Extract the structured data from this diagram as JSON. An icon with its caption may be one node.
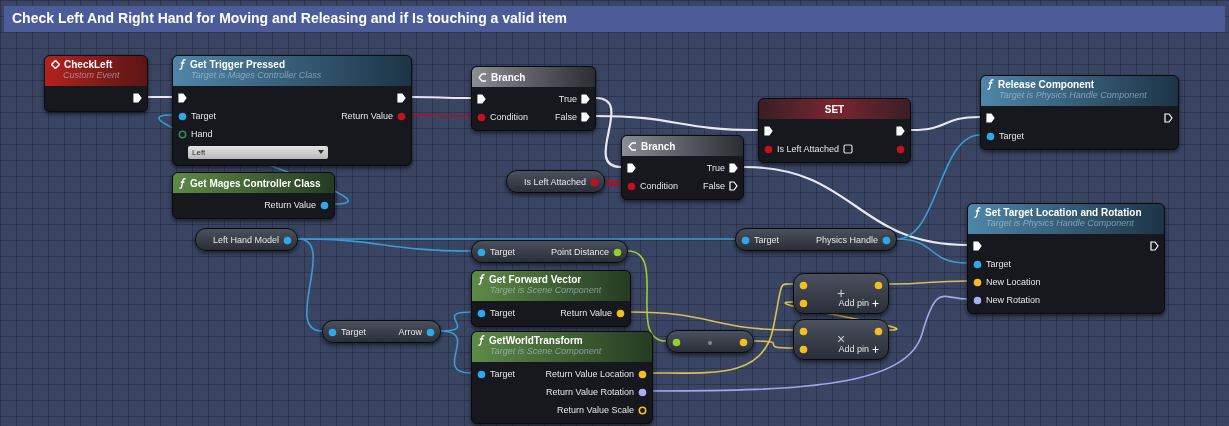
{
  "diagram": {
    "title": "Check Left And Right Hand for Moving and Releasing and if Is touching a valid item",
    "nodes": [
      {
        "text": [
          "CheckLeft",
          "Custom Event"
        ]
      },
      {
        "text": [
          "Get Trigger Pressed",
          "Target is Mages Controller Class",
          "Target",
          "Return Value",
          "Hand",
          "Left"
        ]
      },
      {
        "text": [
          "Get Mages Controller Class",
          "Return Value"
        ]
      },
      {
        "text": [
          "Branch",
          "True",
          "Condition",
          "False"
        ]
      },
      {
        "text": [
          "Branch",
          "True",
          "Condition",
          "False"
        ]
      },
      {
        "text": [
          "Is Left Attached"
        ]
      },
      {
        "text": [
          "SET",
          "Is Left Attached"
        ]
      },
      {
        "text": [
          "Release Component",
          "Target is Physics Handle Component",
          "Target"
        ]
      },
      {
        "text": [
          "Set Target Location and Rotation",
          "Target is Physics Handle Component",
          "Target",
          "New Location",
          "New Rotation"
        ]
      },
      {
        "text": [
          "Left Hand Model"
        ]
      },
      {
        "text": [
          "Target",
          "Point Distance"
        ]
      },
      {
        "text": [
          "Target",
          "Physics Handle"
        ]
      },
      {
        "text": [
          "Target",
          "Arrow"
        ]
      },
      {
        "text": [
          "Get Forward Vector",
          "Target is Scene Component",
          "Target",
          "Return Value"
        ]
      },
      {
        "text": [
          "GetWorldTransform",
          "Target is Scene Component",
          "Target",
          "Return Value Location",
          "Return Value Rotation",
          "Return Value Scale"
        ]
      },
      {
        "text": [],
        "shape": "box"
      },
      {
        "text": [
          "+",
          "Add pin"
        ]
      },
      {
        "text": [
          "×",
          "Add pin"
        ]
      }
    ],
    "edges": [
      {
        "from": 0,
        "to": 1,
        "arrow": "none",
        "color": "#e8e8f0"
      },
      {
        "from": 1,
        "to": 3,
        "arrow": "none",
        "color": "#e8e8f0"
      },
      {
        "from": 1,
        "to": 3,
        "arrow": "none",
        "color": "#b01020"
      },
      {
        "from": 3,
        "to": 4,
        "arrow": "none",
        "color": "#e8e8f0"
      },
      {
        "from": 3,
        "to": 6,
        "arrow": "none",
        "color": "#e8e8f0"
      },
      {
        "from": 4,
        "to": 8,
        "arrow": "none",
        "color": "#e8e8f0"
      },
      {
        "from": 6,
        "to": 7,
        "arrow": "none",
        "color": "#e8e8f0"
      },
      {
        "from": 5,
        "to": 4,
        "arrow": "none",
        "color": "#b01020"
      },
      {
        "from": 2,
        "to": 1,
        "arrow": "none"
      },
      {
        "from": 9,
        "to": 10,
        "arrow": "none"
      },
      {
        "from": 9,
        "to": 11,
        "arrow": "none"
      },
      {
        "from": 9,
        "to": 12,
        "arrow": "none"
      },
      {
        "from": 11,
        "to": 7,
        "arrow": "none"
      },
      {
        "from": 11,
        "to": 8,
        "arrow": "none"
      },
      {
        "from": 12,
        "to": 13,
        "arrow": "none"
      },
      {
        "from": 12,
        "to": 14,
        "arrow": "none"
      },
      {
        "from": 10,
        "to": 15,
        "arrow": "none",
        "color": "#9acd32"
      },
      {
        "from": 13,
        "to": 17,
        "arrow": "none",
        "color": "#d8c050"
      },
      {
        "from": 15,
        "to": 17,
        "arrow": "none",
        "color": "#d8c050"
      },
      {
        "from": 14,
        "to": 16,
        "arrow": "none",
        "color": "#d8c050"
      },
      {
        "from": 17,
        "to": 16,
        "arrow": "none",
        "color": "#d8c050"
      },
      {
        "from": 16,
        "to": 8,
        "arrow": "none",
        "color": "#d8c050"
      },
      {
        "from": 14,
        "to": 8,
        "arrow": "none",
        "color": "#a0a8e8"
      }
    ]
  }
}
